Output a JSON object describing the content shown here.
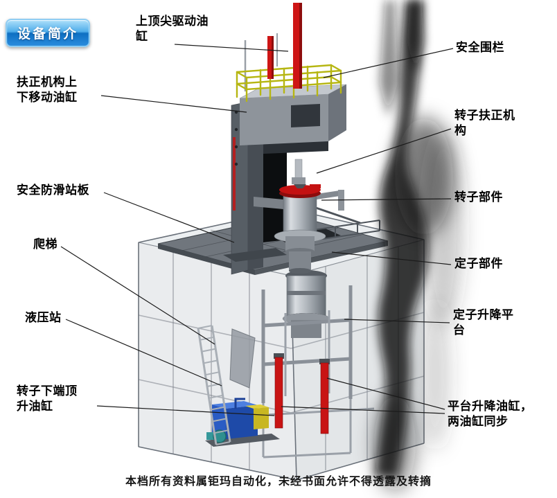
{
  "badge": {
    "label": "设备简介"
  },
  "callouts": [
    {
      "name": "top-center-drive-cylinder",
      "text": "上顶尖驱动油\n缸"
    },
    {
      "name": "safety-fence",
      "text": "安全围栏"
    },
    {
      "name": "righting-mechanism-move-cylinder",
      "text": "扶正机构上\n下移动油缸"
    },
    {
      "name": "rotor-righting-mechanism",
      "text": "转子扶正机\n构"
    },
    {
      "name": "anti-slip-standing-plate",
      "text": "安全防滑站板"
    },
    {
      "name": "rotor-component",
      "text": "转子部件"
    },
    {
      "name": "ladder",
      "text": "爬梯"
    },
    {
      "name": "stator-component",
      "text": "定子部件"
    },
    {
      "name": "hydraulic-station",
      "text": "液压站"
    },
    {
      "name": "stator-lift-platform",
      "text": "定子升降平\n台"
    },
    {
      "name": "rotor-bottom-jack-cylinder",
      "text": "转子下端顶\n升油缸"
    },
    {
      "name": "platform-lift-cylinders",
      "text": "平台升降油缸，\n两油缸同步"
    }
  ],
  "footer": {
    "text": "本档所有资料属钜玛自动化，未经书面允许不得透露及转摘"
  },
  "colors": {
    "badge_blue": "#1c7fd6",
    "cylinder_red": "#c81414",
    "railing_yellow": "#b6b612",
    "station_blue": "#2f66cc",
    "machine_grey": "#8d939a",
    "platform_grey": "#70767d"
  }
}
